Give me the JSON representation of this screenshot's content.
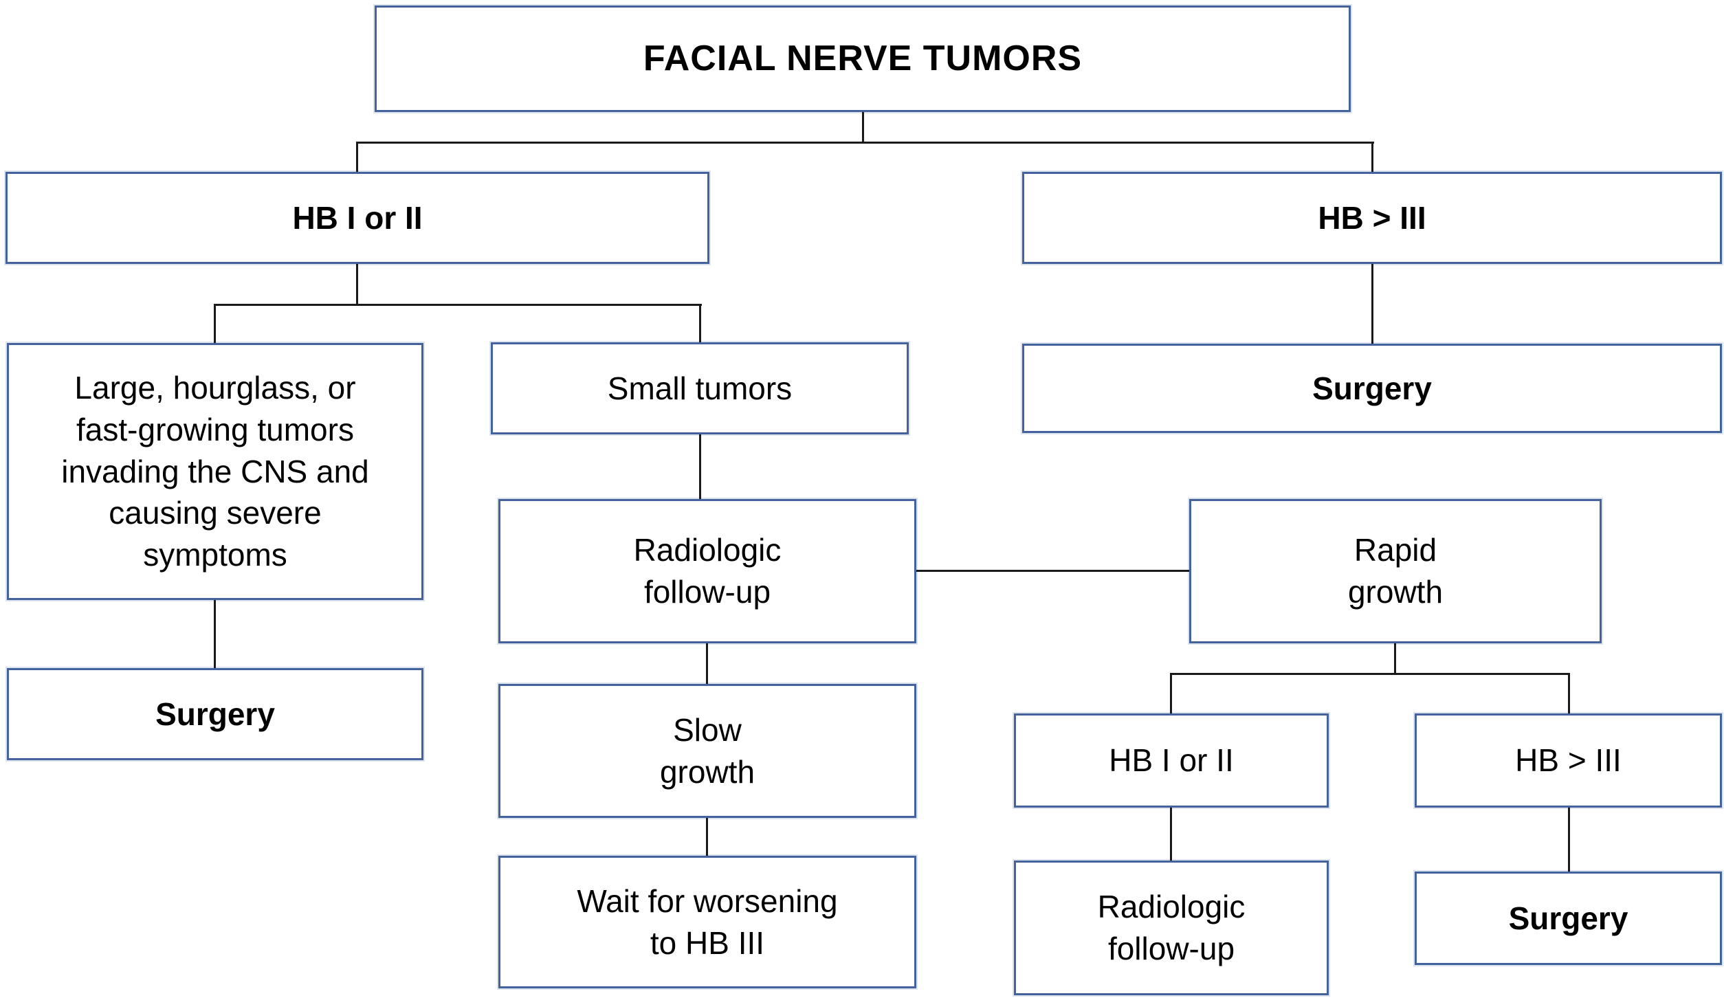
{
  "diagram": {
    "type": "flowchart",
    "topic": "Facial nerve tumors management algorithm"
  },
  "colors": {
    "box_border": "#44639d",
    "connector": "#1a1a1a",
    "text": "#000000",
    "background": "#ffffff"
  },
  "nodes": {
    "root": {
      "label": "FACIAL NERVE TUMORS"
    },
    "hb_1_or_2": {
      "label": "HB I or II"
    },
    "hb_gt_3": {
      "label": "HB > III"
    },
    "large_tumors": {
      "label": "Large, hourglass, or\nfast-growing tumors\ninvading the CNS and\ncausing severe\nsymptoms"
    },
    "small_tumors": {
      "label": "Small tumors"
    },
    "surgery_hb_gt_3": {
      "label": "Surgery"
    },
    "radiologic_followup": {
      "label": "Radiologic\nfollow-up"
    },
    "rapid_growth": {
      "label": "Rapid\ngrowth"
    },
    "surgery_large_tumors": {
      "label": "Surgery"
    },
    "slow_growth": {
      "label": "Slow\ngrowth"
    },
    "wait_for_worsening": {
      "label": "Wait for worsening\nto HB III"
    },
    "hb_1_or_2_after_rapid": {
      "label": "HB I or II"
    },
    "hb_gt_3_after_rapid": {
      "label": "HB > III"
    },
    "radiologic_followup_after_rapid": {
      "label": "Radiologic\nfollow-up"
    },
    "surgery_after_rapid": {
      "label": "Surgery"
    }
  }
}
